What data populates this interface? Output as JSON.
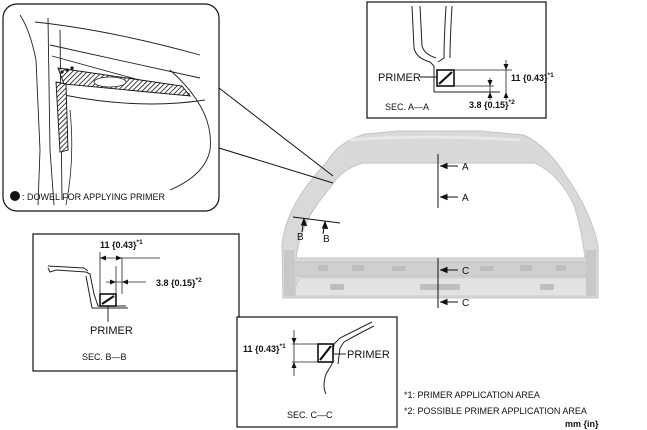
{
  "detail_top_left": {
    "dowel_legend": ": DOWEL FOR APPLYING PRIMER"
  },
  "sec_aa": {
    "primer_label": "PRIMER",
    "dim_11": "11 {0.43}",
    "dim_11_mark": "*1",
    "dim_38": "3.8 {0.15}",
    "dim_38_mark": "*2",
    "title": "SEC. A—A"
  },
  "sec_bb": {
    "primer_label": "PRIMER",
    "dim_11": "11 {0.43}",
    "dim_11_mark": "*1",
    "dim_38": "3.8 {0.15}",
    "dim_38_mark": "*2",
    "title": "SEC. B—B"
  },
  "sec_cc": {
    "primer_label": "PRIMER",
    "dim_11": "11 {0.43}",
    "dim_11_mark": "*1",
    "title": "SEC. C—C"
  },
  "vehicle": {
    "marker_a": "A",
    "marker_a2": "A",
    "marker_b": "B",
    "marker_b2": "B",
    "marker_c": "C",
    "marker_c2": "C"
  },
  "notes": {
    "note1": "*1:  PRIMER APPLICATION AREA",
    "note2": "*2:  POSSIBLE PRIMER APPLICATION AREA",
    "units": "mm {in}"
  },
  "colors": {
    "body_fill": "#d9d9d9",
    "body_edge": "#bdbdbd",
    "ink": "#111111",
    "primer_fill": "#333333"
  }
}
